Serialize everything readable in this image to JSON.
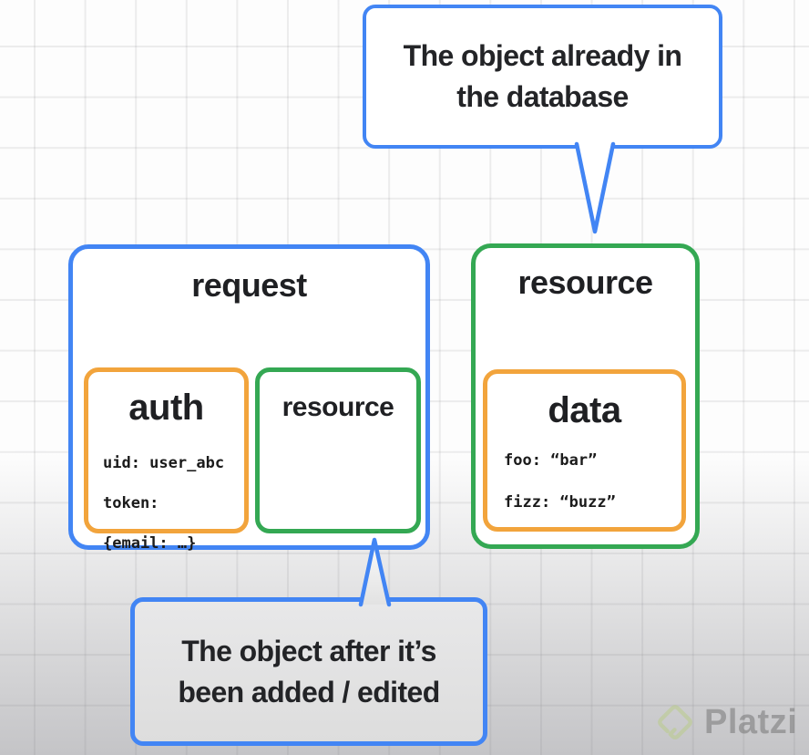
{
  "callout_top": {
    "line1": "The object already in",
    "line2": "the database"
  },
  "callout_bottom": {
    "line1": "The object after it’s",
    "line2": "been added / edited"
  },
  "request_box": {
    "title": "request",
    "auth": {
      "title": "auth",
      "lines": [
        "uid: user_abc",
        "token:",
        "{email: …}"
      ]
    },
    "resource": {
      "title": "resource"
    }
  },
  "resource_box": {
    "title": "resource",
    "data": {
      "title": "data",
      "lines": [
        "foo: “bar”",
        "fizz: “buzz”"
      ]
    }
  },
  "watermark": {
    "brand": "Platzi"
  },
  "colors": {
    "blue": "#4285f4",
    "green": "#34a853",
    "orange": "#f2a43c",
    "ink": "#202124",
    "callout_bottom_fill": "#e2e2e2"
  }
}
